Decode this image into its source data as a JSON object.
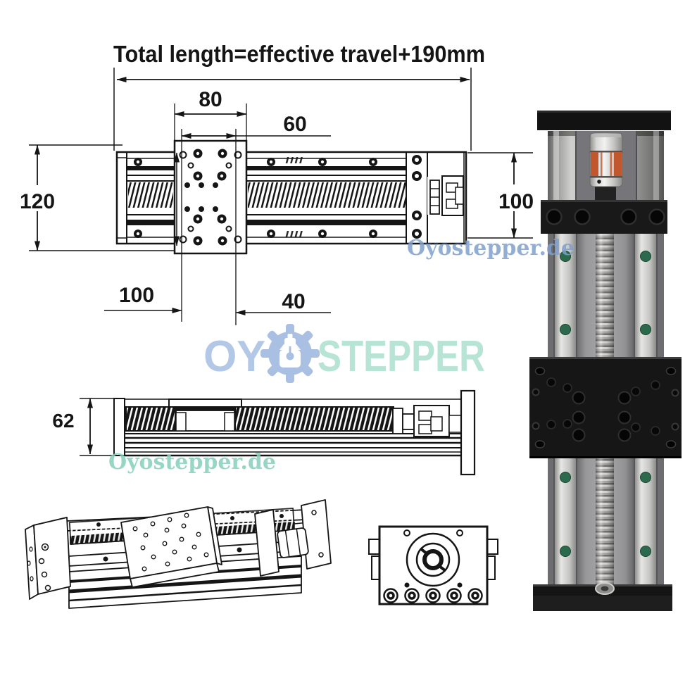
{
  "title": "Total length=effective travel+190mm",
  "top_view": {
    "dim_plate_width": "80",
    "dim_hole_span": "60",
    "dim_body_width": "120",
    "dim_end_height": "100",
    "dim_edge_to_hole": "100",
    "dim_hole_to_edge": "40"
  },
  "side_view": {
    "dim_height": "62"
  },
  "logo": {
    "part1": "OY",
    "part2": "STEPPER",
    "icon": "gear-stepper-motor-icon"
  },
  "watermarks": {
    "upper": "Oyostepper.de",
    "lower": "Oyostepper.de"
  },
  "colors": {
    "drawing_line": "#151515",
    "logo_blue": "#b3c7e6",
    "logo_gear_blue": "#a9c0e3",
    "logo_teal": "#b7e4d5",
    "watermark_blue": "#7fa0cc",
    "watermark_teal": "#86d0ba",
    "photo_green_dot": "#2c6a4d",
    "photo_coupling_orange": "#c2572e",
    "photo_black": "#161616"
  }
}
